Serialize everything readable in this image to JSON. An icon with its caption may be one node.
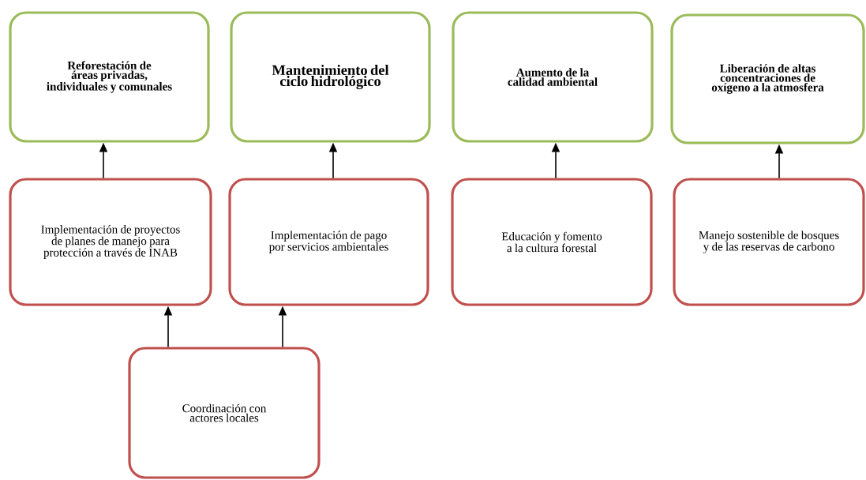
{
  "diagram": {
    "nodes": [
      {
        "text": [
          "Reforestación de áreas privadas, individuales y comunales"
        ]
      },
      {
        "text": [
          "Mantenimiento del ciclo hidrológico"
        ]
      },
      {
        "text": [
          "Aumento de la calidad ambiental"
        ]
      },
      {
        "text": [
          "Liberación de altas concentraciones de oxígeno a la atmosfera"
        ]
      },
      {
        "text": [
          "Implementación de proyectos de planes de manejo para protección a través de INAB"
        ]
      },
      {
        "text": [
          "Implementación de pago por servicios ambientales"
        ]
      },
      {
        "text": [
          "Educación y fomento a la cultura forestal"
        ]
      },
      {
        "text": [
          "Manejo sostenible de bosques y de las reservas de carbono"
        ]
      },
      {
        "text": [
          "Coordinación con actores locales"
        ]
      }
    ],
    "edges": [
      {
        "from": 4,
        "to": 0,
        "arrow": "to"
      },
      {
        "from": 5,
        "to": 1,
        "arrow": "to"
      },
      {
        "from": 6,
        "to": 2,
        "arrow": "to"
      },
      {
        "from": 7,
        "to": 3,
        "arrow": "to"
      },
      {
        "from": 8,
        "to": 4,
        "arrow": "to"
      },
      {
        "from": 8,
        "to": 5,
        "arrow": "to"
      }
    ]
  }
}
